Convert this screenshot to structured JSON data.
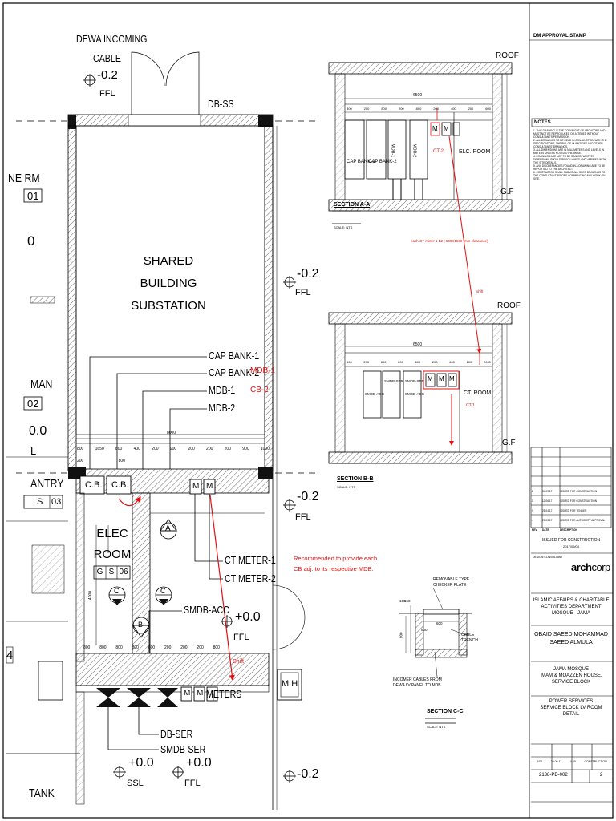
{
  "plan": {
    "dewa_incoming": [
      "DEWA INCOMING",
      "CABLE"
    ],
    "lvl_top_a": "-0.2",
    "ffl": "FFL",
    "ssl": "SSL",
    "db_ss": "DB-SS",
    "room_ne": "NE RM",
    "room_ne_num": "01",
    "zero_a": "0",
    "substation": [
      "SHARED",
      "BUILDING",
      "SUBSTATION"
    ],
    "lvl_right_a": "-0.2",
    "cap_bank_1": "CAP BANK-1",
    "cap_bank_2": "CAP BANK-2",
    "mdb_1": "MDB-1",
    "mdb_2": "MDB-2",
    "mdb_1_red": "MDB-1",
    "cb_2_red": "CB-2",
    "man": "MAN",
    "man_num": "02",
    "lvl_zero_left": "0.0",
    "l_char": "L",
    "pantry": "ANTRY",
    "pantry_code": [
      "S",
      "03"
    ],
    "cb_1": "C.B.",
    "cb_2": "C.B.",
    "m": "M",
    "lvl_right_b": "-0.2",
    "elec_room": [
      "ELEC",
      "ROOM"
    ],
    "elec_code": [
      "G",
      "S",
      "06"
    ],
    "ct_meter_1": "CT METER-1",
    "ct_meter_2": "CT METER-2",
    "note_red": [
      "Recommended to provide each",
      "CB adj. to its respective MDB."
    ],
    "smdb_acc": "SMDB-ACC",
    "lvl_zero_mid": "+0.0",
    "section_a": "A",
    "section_b": "B",
    "section_c": "C",
    "shift": "Shift",
    "meters": "METERS",
    "mh": "M.H",
    "four": "4",
    "db_ser": "DB-SER",
    "smdb_ser": "SMDB-SER",
    "lvl_ssl": "+0.0",
    "lvl_ffl_bottom": "+0.0",
    "lvl_right_c": "-0.2",
    "tank": "TANK",
    "dims_plan": [
      "800",
      "1650",
      "800",
      "400",
      "200",
      "900",
      "200",
      "200",
      "200",
      "900",
      "1000",
      "200",
      "800"
    ],
    "dims_bottom": [
      "800",
      "800",
      "800",
      "800",
      "800",
      "200",
      "200",
      "200",
      "800"
    ],
    "dim_top_plan": "8000",
    "dim_vert": "4000"
  },
  "section_aa": {
    "roof": "ROOF",
    "gf": "G.F",
    "title": "SECTION A-A",
    "scale": "SCALE: NTS",
    "labels": [
      "CAP BANK-1",
      "CAP BANK-2",
      "MDB-1",
      "MDB-2",
      "ELC. ROOM"
    ],
    "ct_2": "CT-2",
    "mm": [
      "M",
      "M"
    ],
    "dim_top": "6500",
    "dims": [
      "800",
      "200",
      "800",
      "200",
      "800",
      "200",
      "400",
      "200",
      "600"
    ],
    "red_note": "each CT meter 1 B2 | 600X1500 (min clearance)"
  },
  "section_bb": {
    "roof": "ROOF",
    "gf": "G.F",
    "title": "SECTION B-B",
    "scale": "SCALE: NTS",
    "labels": [
      "SMDB-ACC",
      "SMDB-SER",
      "SMDB-ACC",
      "SMDB-SER",
      "CT. ROOM"
    ],
    "ct_1": "CT-1",
    "mmm": [
      "M",
      "M",
      "M"
    ],
    "dim_top": "6500",
    "red_shift": "shift",
    "dims": [
      "600",
      "200",
      "600",
      "200",
      "600",
      "200",
      "600",
      "200",
      "2000"
    ]
  },
  "section_cc": {
    "title": "SECTION C-C",
    "scale": "SCALE: NTS",
    "checker": [
      "REMOVABLE TYPE",
      "CHECKER PLATE"
    ],
    "trench": [
      "CABLE",
      "TRENCH"
    ],
    "incomer": [
      "INCOMER CABLES FROM",
      "DEWA LV PANEL TO MDB"
    ],
    "dims": [
      "600",
      "500",
      "100",
      "150",
      "800"
    ]
  },
  "title_block": {
    "approval": "DM APPROVAL STAMP",
    "notes_title": "NOTES",
    "notes": [
      "1. THIS DRAWING IS THE COPYRIGHT OF ARCHCORP AND MUST NOT BE REPRODUCED OR ALTERED WITHOUT CONSULTANT'S PERMISSION.",
      "2. ALL DRAWINGS TO BE READ IN CONJUNCTION WITH THE SPECIFICATIONS, THE BILL OF QUANTITIES AND OTHER CONSULTANTS' DRAWINGS.",
      "3. ALL DIMENSIONS ARE IN MILLIMETERS AND LEVELS IN METERS UNLESS NOTED OTHERWISE.",
      "4. DRAWINGS ARE NOT TO BE SCALED. WRITTEN DIMENSIONS SHOULD BE FOLLOWED AND VERIFIED WITH THE SITE DETAILS.",
      "5. ANY DISCREPANCIES FOUND IN A DRAWING ARE TO BE REPORTED TO THE ARCHITECT.",
      "6. CONTRACTOR SHALL SUBMIT ALL SHOP DRAWINGS TO THE CONSULTANT BEFORE COMMENCING ANY WORK ON SITE."
    ],
    "revisions": [
      [
        "2",
        "04.09.17",
        "ISSUED FOR CONSTRUCTION"
      ],
      [
        "1",
        "12.06.17",
        "ISSUED FOR CONSTRUCTION"
      ],
      [
        "0",
        "25.04.17",
        "ISSUED FOR TENDER"
      ],
      [
        "-",
        "20.03.17",
        "ISSUED FOR AUTHORITY APPROVAL"
      ]
    ],
    "rev_headers": [
      "REV.",
      "DATE",
      "DESCRIPTION"
    ],
    "issued": [
      "ISSUED FOR CONSTRUCTION",
      "2017/09/04"
    ],
    "design_consultant": "DESIGN CONSULTANT",
    "firm": [
      "arch",
      "corp"
    ],
    "client": [
      "ISLAMIC AFFAIRS & CHARITABLE",
      "ACTIVITIES DEPARTMENT",
      "MOSQUE - JAMA"
    ],
    "owner": [
      "OBAID SAEED MOHAMMAD",
      "SAEED ALMULA"
    ],
    "project": [
      "JAMA MOSQUE",
      "IMAM & MOAZZEN HOUSE,",
      "SERVICE BLOCK"
    ],
    "drawing_title": [
      "POWER SERVICES",
      "SERVICE BLOCK LV ROOM",
      "DETAIL"
    ],
    "drawing_no": "2138-PD-002",
    "rev": "2",
    "info_row": [
      "1/04",
      "20.09.17",
      "1:50",
      "CONSTRUCTION"
    ]
  },
  "colors": {
    "red": "#e01010",
    "ink": "#000000",
    "hatch": "#555555"
  }
}
